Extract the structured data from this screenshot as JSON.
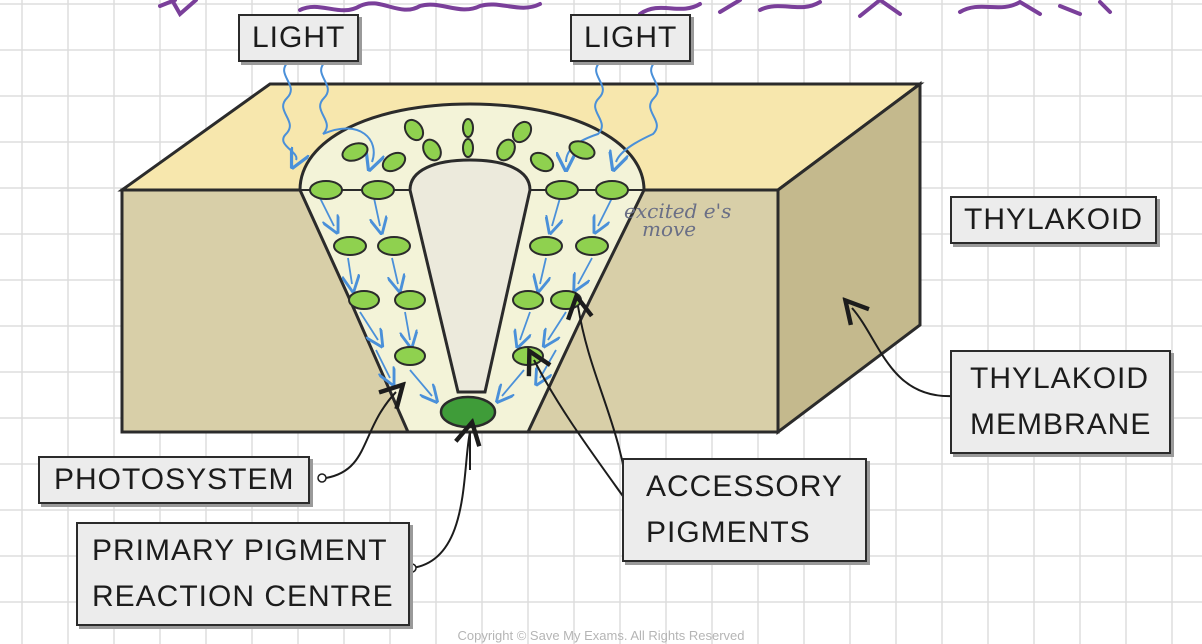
{
  "labels": {
    "light_left": "LIGHT",
    "light_right": "LIGHT",
    "thylakoid": "THYLAKOID",
    "thylakoid_membrane": [
      "THYLAKOID",
      "MEMBRANE"
    ],
    "photosystem": "PHOTOSYSTEM",
    "primary_pigment": [
      "PRIMARY PIGMENT",
      "REACTION CENTRE"
    ],
    "accessory_pigments": [
      "ACCESSORY",
      "PIGMENTS"
    ]
  },
  "handwritten_note": [
    "excited e's",
    "move"
  ],
  "copyright": "Copyright © Save My Exams. All Rights Reserved",
  "colors": {
    "block_top": "#f7e7ad",
    "block_front": "#d8cfa8",
    "block_side": "#c4b98d",
    "photosystem_fill": "#f3f3d8",
    "accessory_pigment": "#8fd14f",
    "reaction_centre": "#3f9c39",
    "light_arrow": "#4a90d9",
    "grid": "#dddddd",
    "handwriting": "#7a3f9a"
  }
}
